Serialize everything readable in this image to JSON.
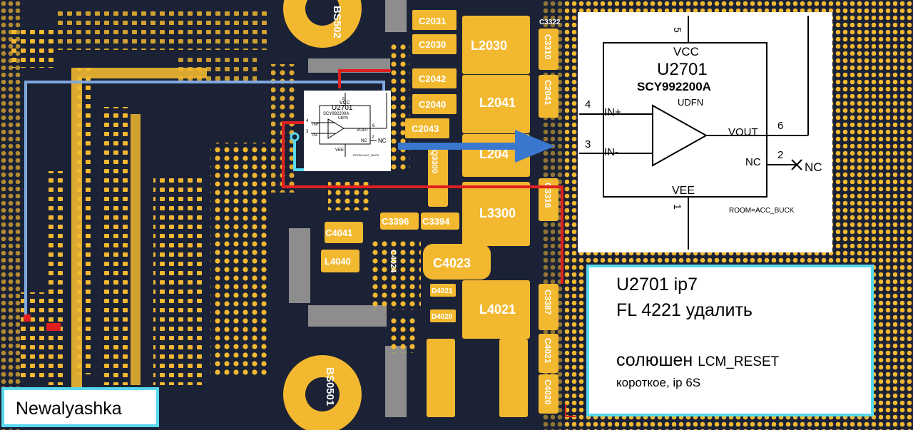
{
  "board": {
    "components": {
      "c2031": "C2031",
      "c2030": "C2030",
      "c2042": "C2042",
      "c2040": "C2040",
      "c2043": "C2043",
      "l2030": "L2030",
      "l2041": "L2041",
      "l2040": "L204",
      "l3300": "L3300",
      "l4021": "L4021",
      "c4023": "C4023",
      "c4041": "C4041",
      "l4040": "L4040",
      "c3396": "C3396",
      "c3394": "C3394",
      "d4021": "D4021",
      "d4020": "D4020",
      "bs0502": "BS502",
      "bs0501": "BS0501",
      "c3310": "C3310",
      "c2041v": "C2041",
      "c3387": "C3387",
      "c4021v": "C4021",
      "c4020v": "C4020",
      "c3316": "C3316",
      "c3322": "C3322",
      "q3300": "Q3300",
      "c4024": "C4024"
    }
  },
  "mini_schematic": {
    "vcc": "VCC",
    "ref": "U2701",
    "part": "SCY992200A",
    "package": "UDFN",
    "in_plus": "IN+",
    "in_minus": "IN-",
    "vout": "VOUT",
    "nc": "NC",
    "nc_mark": "NC",
    "vee": "VEE",
    "room": "ROOM=ACC_BUCK",
    "pin5": "5",
    "pin4": "4",
    "pin3": "3",
    "pin6": "6",
    "pin2": "2"
  },
  "schematic": {
    "vcc": "VCC",
    "ref": "U2701",
    "part": "SCY992200A",
    "package": "UDFN",
    "in_plus": "IN+",
    "in_minus": "IN-",
    "vout": "VOUT",
    "nc": "NC",
    "nc_mark": "NC",
    "vee": "VEE",
    "room": "ROOM=ACC_BUCK",
    "pin5": "5",
    "pin4": "4",
    "pin3": "3",
    "pin6": "6",
    "pin2": "2",
    "pin1": "1"
  },
  "note": {
    "line1": "U2701 ip7",
    "line2": "FL 4221 удалить",
    "line3": "солюшен",
    "line3_small": "LCM_RESET",
    "line4": "короткое, ip 6S"
  },
  "author": "Newalyashka",
  "colors": {
    "board": "#1b2236",
    "pad": "#f2b830",
    "blue_trace": "#7fa8e0",
    "red_trace": "#e02020",
    "cyan": "#57d8f0",
    "arrow": "#3a78d0"
  }
}
